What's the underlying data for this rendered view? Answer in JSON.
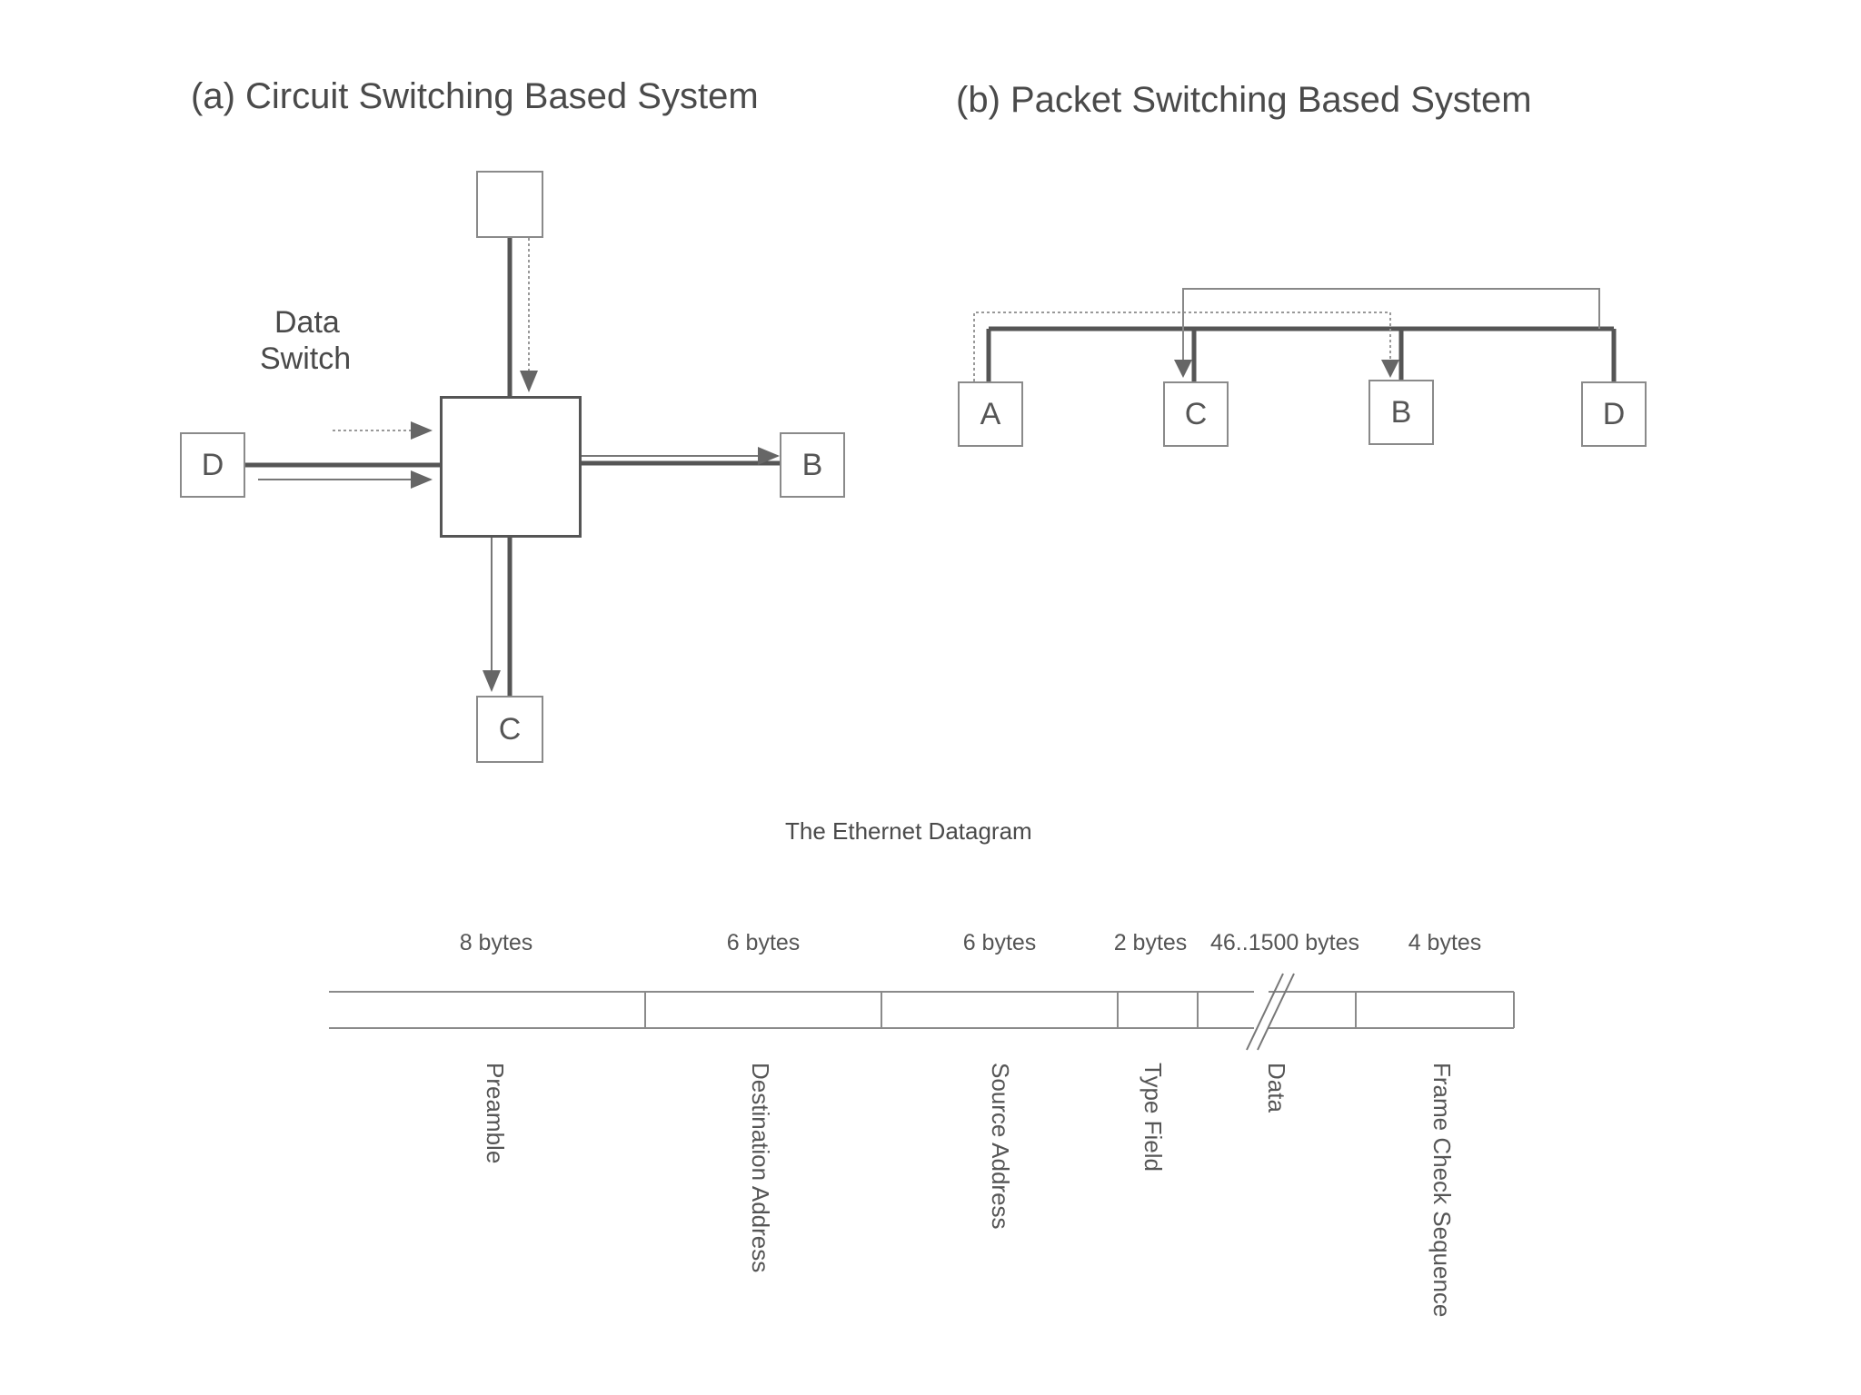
{
  "circuit": {
    "title": "(a) Circuit Switching Based System",
    "switch_label_line1": "Data",
    "switch_label_line2": "Switch",
    "node_left": "D",
    "node_right": "B",
    "node_bottom": "C",
    "node_top": ""
  },
  "packet": {
    "title": "(b) Packet Switching Based System",
    "nodes": [
      "A",
      "C",
      "B",
      "D"
    ]
  },
  "ethernet": {
    "title": "The Ethernet Datagram",
    "fields": [
      {
        "bytes": "8 bytes",
        "name": "Preamble"
      },
      {
        "bytes": "6 bytes",
        "name": "Destination Address"
      },
      {
        "bytes": "6 bytes",
        "name": "Source Address"
      },
      {
        "bytes": "2 bytes",
        "name": "Type Field"
      },
      {
        "bytes": "46..1500 bytes",
        "name": "Data"
      },
      {
        "bytes": "4 bytes",
        "name": "Frame Check Sequence"
      }
    ]
  },
  "colors": {
    "line": "#555555",
    "light_line": "#9a9a9a",
    "box_border": "#8a8a8a"
  }
}
